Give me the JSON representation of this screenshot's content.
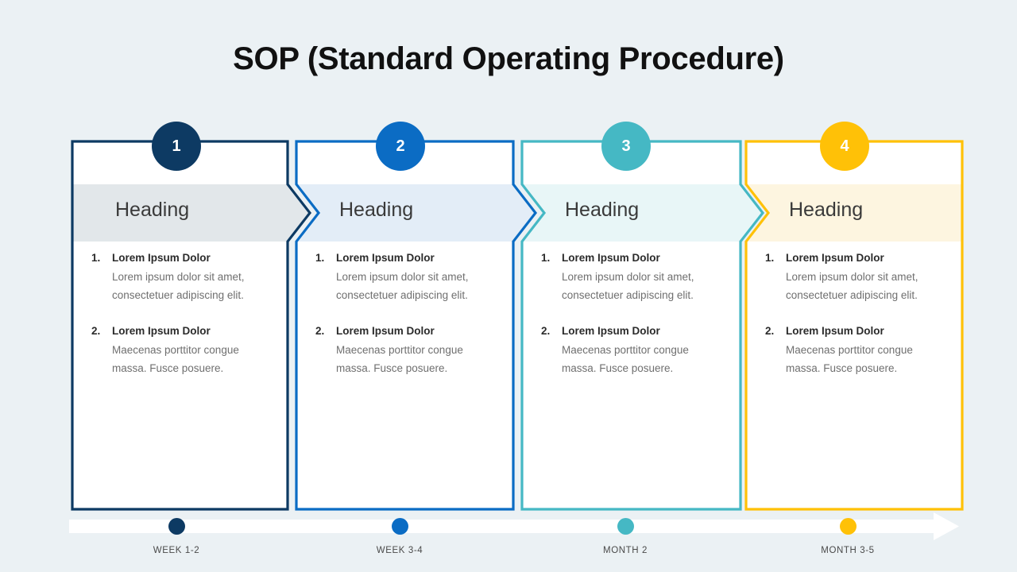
{
  "title": "SOP (Standard Operating Procedure)",
  "background_color": "#EBF1F4",
  "timeline": {
    "arrow_color": "#FFFFFF",
    "steps": [
      {
        "label": "WEEK 1-2",
        "dot_color": "#0D3A63"
      },
      {
        "label": "WEEK 3-4",
        "dot_color": "#0B6CC4"
      },
      {
        "label": "MONTH 2",
        "dot_color": "#45B8C4"
      },
      {
        "label": "MONTH 3-5",
        "dot_color": "#FFC107"
      }
    ]
  },
  "cards": [
    {
      "number": "1",
      "heading": "Heading",
      "accent_color": "#0D3A63",
      "band_color": "#E2E7EA",
      "items": [
        {
          "num": "1.",
          "title": "Lorem Ipsum Dolor",
          "desc": "Lorem ipsum dolor sit amet, consectetuer adipiscing elit."
        },
        {
          "num": "2.",
          "title": "Lorem Ipsum Dolor",
          "desc": "Maecenas porttitor congue massa. Fusce posuere."
        }
      ]
    },
    {
      "number": "2",
      "heading": "Heading",
      "accent_color": "#0B6CC4",
      "band_color": "#E3EDF7",
      "items": [
        {
          "num": "1.",
          "title": "Lorem Ipsum Dolor",
          "desc": "Lorem ipsum dolor sit amet, consectetuer adipiscing elit."
        },
        {
          "num": "2.",
          "title": "Lorem Ipsum Dolor",
          "desc": "Maecenas porttitor congue massa. Fusce posuere."
        }
      ]
    },
    {
      "number": "3",
      "heading": "Heading",
      "accent_color": "#45B8C4",
      "band_color": "#E8F6F7",
      "items": [
        {
          "num": "1.",
          "title": "Lorem Ipsum Dolor",
          "desc": "Lorem ipsum dolor sit amet, consectetuer adipiscing elit."
        },
        {
          "num": "2.",
          "title": "Lorem Ipsum Dolor",
          "desc": "Maecenas porttitor congue massa. Fusce posuere."
        }
      ]
    },
    {
      "number": "4",
      "heading": "Heading",
      "accent_color": "#FFC107",
      "band_color": "#FDF5E0",
      "items": [
        {
          "num": "1.",
          "title": "Lorem Ipsum Dolor",
          "desc": "Lorem ipsum dolor sit amet, consectetuer adipiscing elit."
        },
        {
          "num": "2.",
          "title": "Lorem Ipsum Dolor",
          "desc": "Maecenas porttitor congue massa. Fusce posuere."
        }
      ]
    }
  ]
}
